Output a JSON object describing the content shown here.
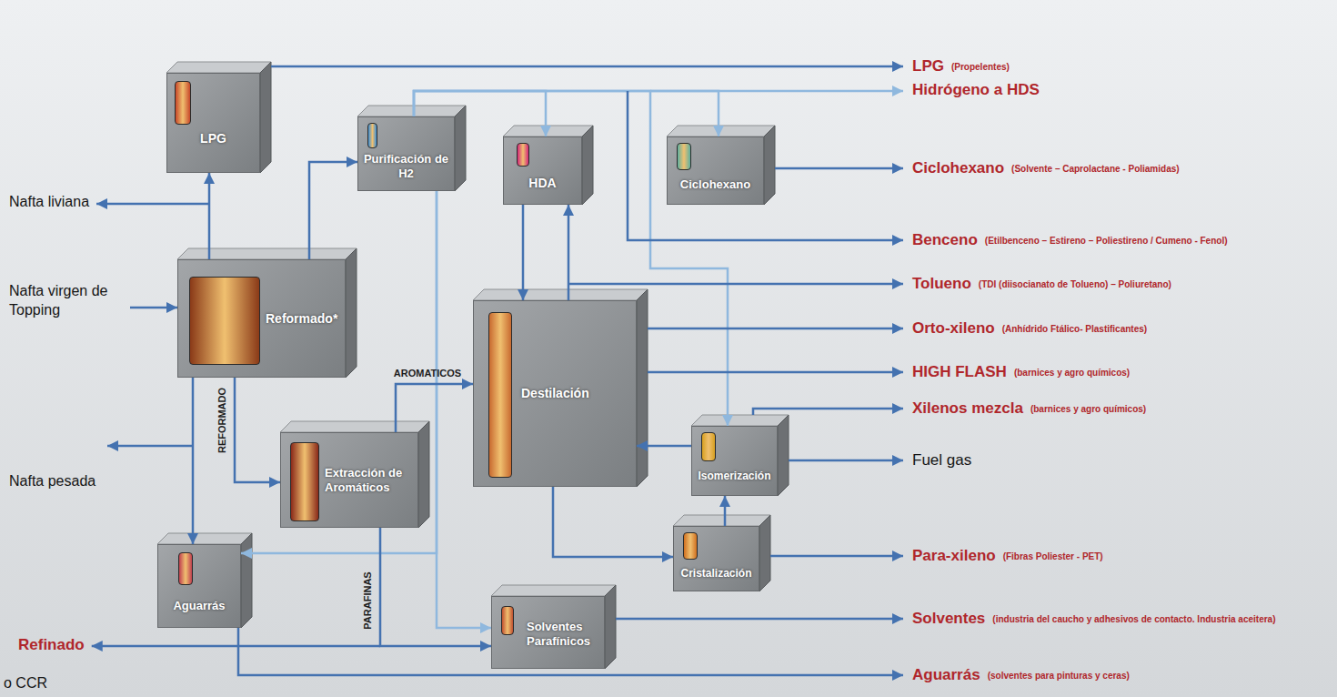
{
  "diagram": {
    "nodes": [
      {
        "text": [
          "LPG"
        ]
      },
      {
        "text": [
          "Purificación de H2"
        ]
      },
      {
        "text": [
          "HDA"
        ]
      },
      {
        "text": [
          "Ciclohexano"
        ]
      },
      {
        "text": [
          "Reformado*"
        ]
      },
      {
        "text": [
          "Extracción de Aromáticos"
        ]
      },
      {
        "text": [
          "Destilación"
        ]
      },
      {
        "text": [
          "Isomerización"
        ]
      },
      {
        "text": [
          "Cristalización"
        ]
      },
      {
        "text": [
          "Aguarrás"
        ]
      },
      {
        "text": [
          "Solventes Parafínicos"
        ]
      }
    ],
    "edges": [
      {
        "from": 4,
        "to": 0,
        "arrow": "to"
      },
      {
        "from": 4,
        "to": 1,
        "arrow": "to"
      },
      {
        "from": 1,
        "to": 2,
        "arrow": "to"
      },
      {
        "from": 1,
        "to": 3,
        "arrow": "to"
      },
      {
        "from": 1,
        "to": 7,
        "arrow": "to"
      },
      {
        "from": 1,
        "to": 9,
        "arrow": "to"
      },
      {
        "from": 1,
        "to": 10,
        "arrow": "to"
      },
      {
        "from": 4,
        "to": 5,
        "label": "REFORMADO",
        "arrow": "to"
      },
      {
        "from": 4,
        "to": 9,
        "arrow": "to"
      },
      {
        "from": 5,
        "to": 6,
        "label": "AROMATICOS",
        "arrow": "to"
      },
      {
        "from": 5,
        "to": 10,
        "label": "PARAFINAS",
        "arrow": "to"
      },
      {
        "from": 6,
        "to": 2,
        "arrow": "to"
      },
      {
        "from": 2,
        "to": 6,
        "arrow": "to"
      },
      {
        "from": 6,
        "to": 8,
        "arrow": "to"
      },
      {
        "from": 8,
        "to": 7,
        "arrow": "to"
      },
      {
        "from": 7,
        "to": 6,
        "arrow": "to"
      }
    ],
    "labels": [
      "LPG",
      "(Propelentes)",
      "Hidrógeno a HDS",
      "Ciclohexano",
      "(Solvente – Caprolactane - Poliamidas)",
      "Benceno",
      "(Etilbenceno – Estireno – Poliestireno / Cumeno - Fenol)",
      "Tolueno",
      "(TDI (diisocianato de Tolueno) – Poliuretano)",
      "Orto-xileno",
      "(Anhídrido Ftálico- Plastificantes)",
      "HIGH FLASH",
      "(barnices y agro químicos)",
      "Xilenos mezcla",
      "(barnices y agro químicos)",
      "Fuel gas",
      "Para-xileno",
      "(Fibras Poliester - PET)",
      "Solventes",
      "(industria del caucho y adhesivos de contacto. Industria aceitera)",
      "Aguarrás",
      "(solventes para pinturas y ceras)",
      "Nafta liviana",
      "Nafta virgen de Topping",
      "Nafta pesada",
      "Refinado",
      "o CCR"
    ]
  }
}
